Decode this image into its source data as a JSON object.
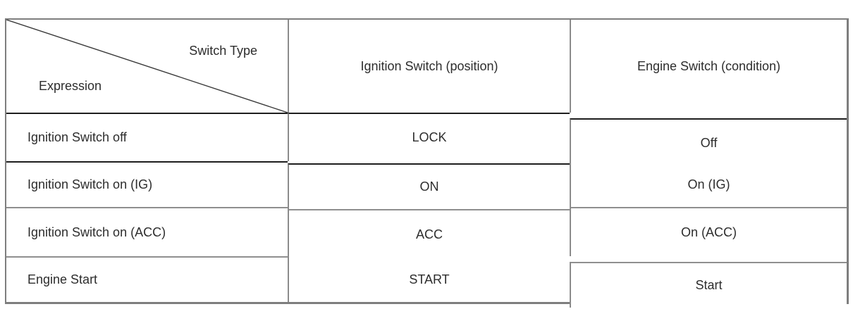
{
  "table": {
    "corner": {
      "switch_type_label": "Switch Type",
      "expression_label": "Expression"
    },
    "columns": [
      "Ignition Switch (position)",
      "Engine Switch (condition)"
    ],
    "rows": [
      {
        "expression": "Ignition Switch off",
        "ignition_position": "LOCK",
        "engine_condition": "Off"
      },
      {
        "expression": "Ignition Switch on (IG)",
        "ignition_position": "ON",
        "engine_condition": "On (IG)"
      },
      {
        "expression": "Ignition Switch on (ACC)",
        "ignition_position": "ACC",
        "engine_condition": "On (ACC)"
      },
      {
        "expression": "Engine Start",
        "ignition_position": "START",
        "engine_condition": "Start"
      }
    ],
    "colors": {
      "background": "#ffffff",
      "text": "#2d2d2d",
      "outer_border": "#7e7e7e",
      "dark_separator": "#1e1e1e",
      "light_separator": "#8f8f8f",
      "diagonal_line": "#3a3a3a"
    }
  }
}
